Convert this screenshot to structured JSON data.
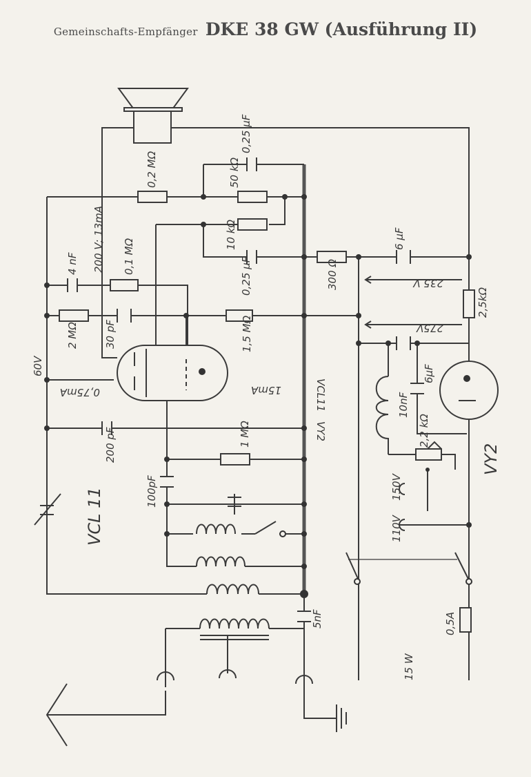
{
  "header": {
    "subtitle": "Gemeinschafts-Empfänger",
    "title": "DKE 38 GW (Ausführung II)"
  },
  "labels": {
    "c_025_top": "0,25 µF",
    "r_02": "0,2 MΩ",
    "r_50k": "50 kΩ",
    "v_200": "200 V; 13mA",
    "c_4n": "4 nF",
    "r_01": "0,1 MΩ",
    "r_10k": "10 kΩ",
    "c_025_bot": "0,25 µF",
    "r_300": "300 Ω",
    "c_6u_top": "6 µF",
    "v_235": "235 V",
    "r_25k": "2,5kΩ",
    "r_2m": "2 MΩ",
    "c_30p": "30 pF",
    "r_15m": "1,5 MΩ",
    "v_275": "275V",
    "c_6u_bot": "6µF",
    "v_60": "60V",
    "i_075": "0,75mA",
    "i_15": "15mA",
    "vcl11_small": "VCL11",
    "c_10n": "10nF",
    "vy2_small": "VY2",
    "vy2_big": "VY2",
    "c_200p": "200 pF",
    "r_1m": "1 MΩ",
    "r_22k": "2,2 kΩ",
    "c_100p": "100pF",
    "v_150": "150V",
    "v_110": "110V",
    "vcl11_big": "VCL 11",
    "c_5n": "5nF",
    "f_05": "0,5A",
    "p_15w": "15 W"
  }
}
